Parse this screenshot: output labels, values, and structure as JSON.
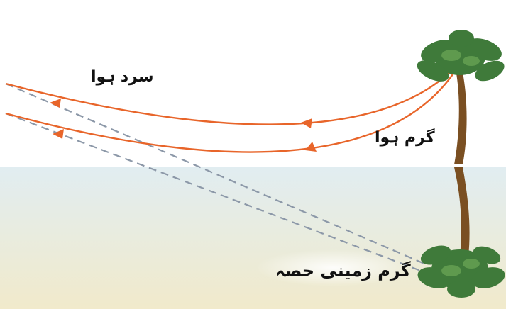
{
  "labels": {
    "cold_air": "سرد ہوا",
    "warm_air": "گرم ہوا",
    "hot_ground": "گرم زمینی حصہ"
  },
  "colors": {
    "sky": "#ffffff",
    "ground_top": "#e3eef1",
    "ground_bottom": "#efe9c9",
    "ray": "#e8652a",
    "sight_line": "#8c98a8",
    "trunk": "#7a4f22",
    "foliage": "#3f7a3a",
    "foliage_light": "#5f9a4e"
  },
  "icons": {
    "tree": "palm-tree-icon",
    "mirage": "palm-tree-reflection-icon",
    "arrow": "arrowhead-icon"
  }
}
